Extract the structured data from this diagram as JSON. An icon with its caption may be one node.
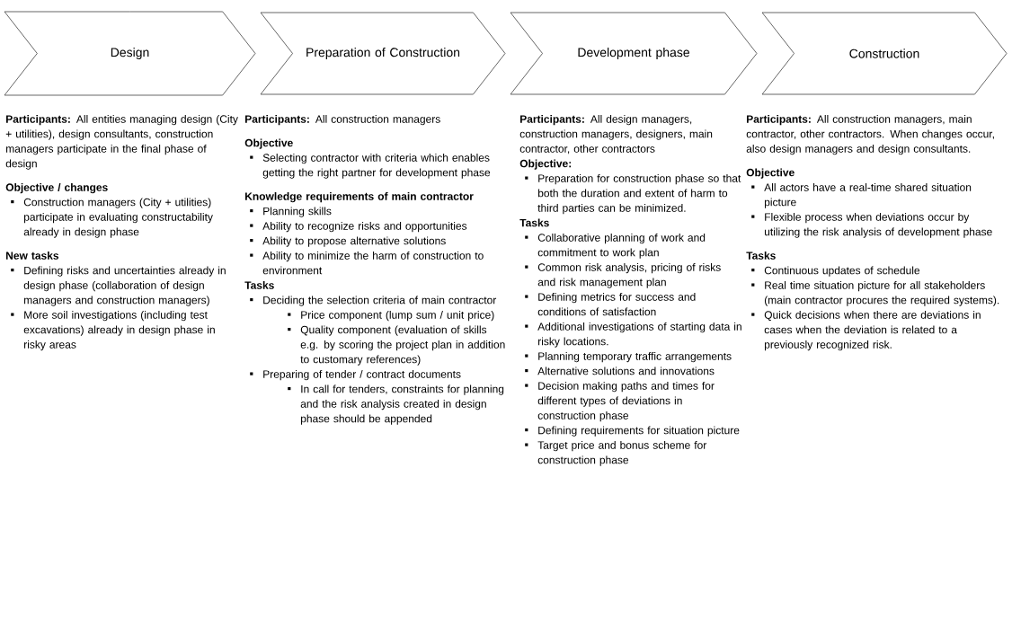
{
  "diagram": {
    "nodes": [
      {
        "text": [
          "Design"
        ],
        "beside": [
          "**Participants:** All entities managing design (City + utilities), design consultants, construction managers participate in the final phase of design",
          "Objective / changes",
          "Construction managers (City + utilities) participate in evaluating constructability already in design phase",
          "New tasks",
          "Defining risks and uncertainties already in design phase (collaboration of design managers and construction managers)",
          "More soil investigations (including test excavations) already in design phase in risky areas"
        ]
      },
      {
        "text": [
          "Preparation of Construction"
        ],
        "beside": [
          "**Participants:** All construction managers",
          "Objective",
          "Selecting contractor with criteria which enables getting the right partner for development phase",
          "Knowledge requirements of main contractor",
          "Planning skills",
          "Ability to recognize risks and opportunities",
          "Ability to propose alternative solutions",
          "Ability to minimize the harm of construction to environment",
          "Tasks",
          "Deciding the selection criteria of main contractor",
          "Price component (lump sum / unit price)",
          "Quality component (evaluation of skills e.g. by scoring the project plan in addition to customary references)",
          "Preparing of tender / contract documents",
          "In call for tenders, constraints for planning and the risk analysis created in design phase should be appended"
        ]
      },
      {
        "text": [
          "Development phase"
        ],
        "beside": [
          "**Participants:** All design managers, construction managers, designers, main contractor, other contractors",
          "Objective:",
          "Preparation for construction phase so that both the duration and extent of harm to third parties can be minimized.",
          "Tasks",
          "Collaborative planning of work and commitment to work plan",
          "Common risk analysis, pricing of risks and risk management plan",
          "Defining metrics for success and conditions of satisfaction",
          "Additional investigations of starting data in risky locations.",
          "Planning temporary traffic arrangements",
          "Alternative solutions and innovations",
          "Decision making paths and times for different types of deviations in construction phase",
          "Defining requirements for situation picture",
          "Target price and bonus scheme for construction phase"
        ]
      },
      {
        "text": [
          "Construction"
        ],
        "beside": [
          "**Participants:** All construction managers, main contractor, other contractors. When changes occur, also design managers and design consultants.",
          "Objective",
          "All actors have a real-time shared situation picture",
          "Flexible process when deviations occur by utilizing the risk analysis of development phase",
          "Tasks",
          "Continuous updates of schedule",
          "Real time situation picture for all stakeholders (main contractor procures the required systems).",
          "Quick decisions when there are deviations in cases when the deviation is related to a previously recognized risk."
        ]
      }
    ]
  }
}
